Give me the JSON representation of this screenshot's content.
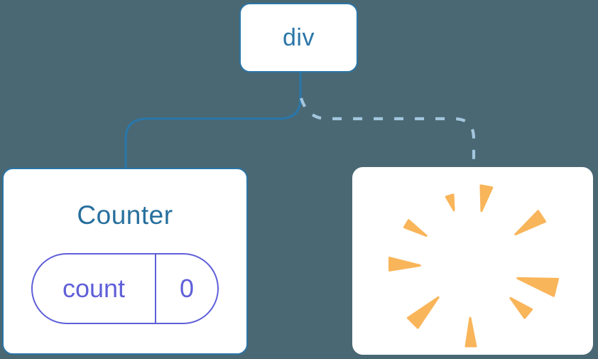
{
  "diagram": {
    "description": "React component tree: a div root keeps its Counter child (state preserved) while its second child is removed (poof)",
    "root": {
      "label": "div"
    },
    "children": [
      {
        "name": "counter",
        "title": "Counter",
        "state": {
          "key": "count",
          "value": "0"
        },
        "edge_style": "solid"
      },
      {
        "name": "removed",
        "icon": "poof-burst-icon",
        "edge_style": "dashed"
      }
    ]
  },
  "colors": {
    "background": "#4a6873",
    "node_fill": "#ffffff",
    "node_border_blue": "#2b76a8",
    "root_label_blue": "#2b76a8",
    "counter_title_blue": "#276f9e",
    "state_purple": "#5f5fd9",
    "solid_edge": "#2b76a8",
    "dashed_edge": "#a3c6de",
    "poof_orange": "#f9b55a"
  }
}
